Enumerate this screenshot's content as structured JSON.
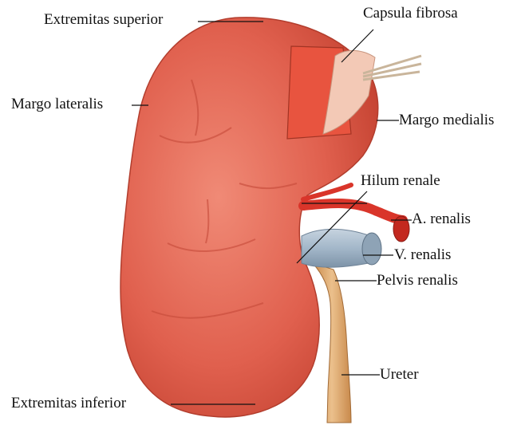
{
  "labels": {
    "extremitas_superior": "Extremitas superior",
    "capsula_fibrosa": "Capsula fibrosa",
    "margo_lateralis": "Margo lateralis",
    "margo_medialis": "Margo medialis",
    "hilum_renale": "Hilum renale",
    "a_renalis": "A. renalis",
    "v_renalis": "V. renalis",
    "pelvis_renalis": "Pelvis renalis",
    "ureter": "Ureter",
    "extremitas_inferior": "Extremitas inferior"
  },
  "colors": {
    "kidney": "#e0604e",
    "kidney_highlight": "#f08a76",
    "kidney_shadow": "#c2402f",
    "capsule": "#f3c9b6",
    "artery": "#d9352a",
    "vein": "#9fb4c6",
    "ureter": "#d9a56c",
    "leader_line": "#111111"
  }
}
